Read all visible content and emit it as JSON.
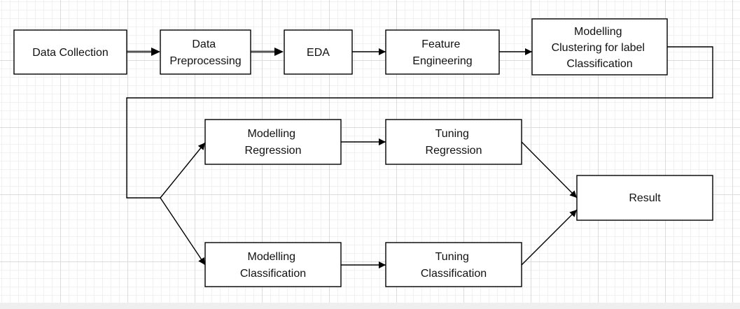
{
  "nodes": {
    "data_collection": {
      "lines": [
        "Data Collection"
      ]
    },
    "data_preprocessing": {
      "lines": [
        "Data",
        "Preprocessing"
      ]
    },
    "eda": {
      "lines": [
        "EDA"
      ]
    },
    "feature_engineering": {
      "lines": [
        "Feature",
        "Engineering"
      ]
    },
    "modelling_clustering": {
      "lines": [
        "Modelling",
        "Clustering for label",
        "Classification"
      ]
    },
    "modelling_regression": {
      "lines": [
        "Modelling",
        "Regression"
      ]
    },
    "tuning_regression": {
      "lines": [
        "Tuning",
        "Regression"
      ]
    },
    "modelling_classification": {
      "lines": [
        "Modelling",
        "Classification"
      ]
    },
    "tuning_classification": {
      "lines": [
        "Tuning",
        "Classification"
      ]
    },
    "result": {
      "lines": [
        "Result"
      ]
    }
  },
  "colors": {
    "stroke": "#000000",
    "fill": "#ffffff",
    "grid": "#dcdcdc"
  }
}
